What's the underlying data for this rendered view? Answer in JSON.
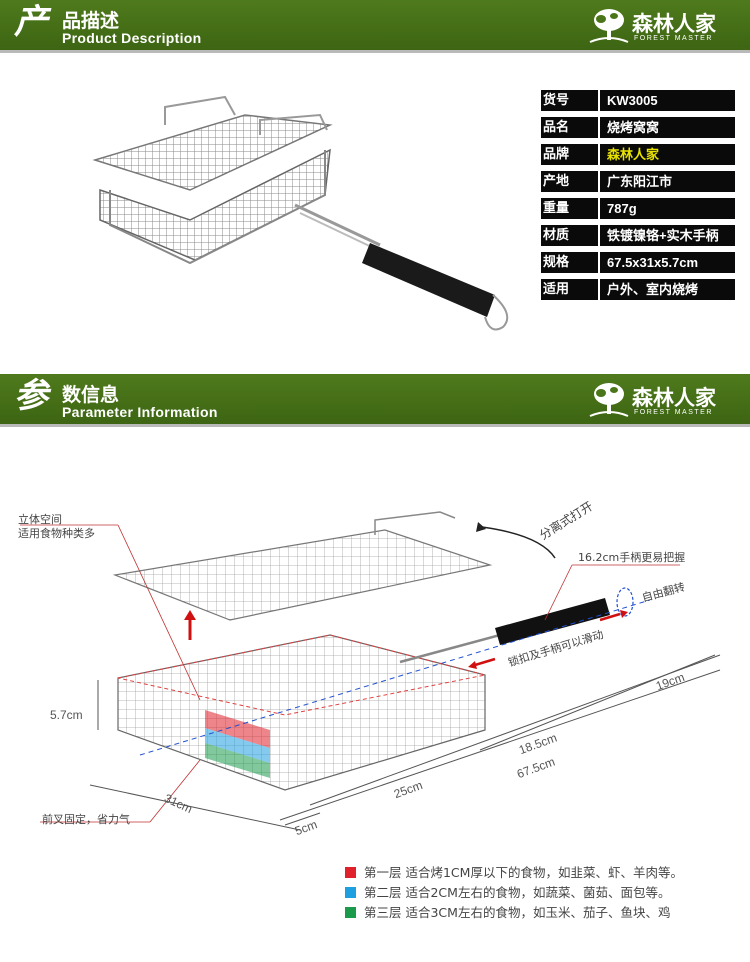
{
  "section1": {
    "big_char": "产",
    "title_rest": "品描述",
    "subtitle": "Product Description"
  },
  "section2": {
    "big_char": "参",
    "title_rest": "数信息",
    "subtitle": "Parameter Information"
  },
  "logo": {
    "cn": "森林人家",
    "en": "FOREST MASTER"
  },
  "specs": [
    {
      "label": "货号",
      "value": "KW3005"
    },
    {
      "label": "品名",
      "value": "烧烤窝窝"
    },
    {
      "label": "品牌",
      "value": "森林人家"
    },
    {
      "label": "产地",
      "value": "广东阳江市"
    },
    {
      "label": "重量",
      "value": "787g"
    },
    {
      "label": "材质",
      "value": "铁镀镍铬+实木手柄"
    },
    {
      "label": "规格",
      "value": "67.5x31x5.7cm"
    },
    {
      "label": "适用",
      "value": "户外、室内烧烤"
    }
  ],
  "diagram": {
    "space_line1": "立体空间",
    "space_line2": "适用食物种类多",
    "detachable": "分离式打开",
    "handle_grip": "16.2cm手柄更易把握",
    "free_flip": "自由翻转",
    "lock_slide": "锁扣及手柄可以滑动",
    "front_fork": "前叉固定，省力气",
    "dim_height": "5.7cm",
    "dim_depth": "31cm",
    "dim_19": "19cm",
    "dim_185": "18.5cm",
    "dim_25": "25cm",
    "dim_675": "67.5cm",
    "dim_5": "5cm"
  },
  "legend": [
    {
      "color": "#e0202a",
      "text": "第一层 适合烤1CM厚以下的食物，如韭菜、虾、羊肉等。"
    },
    {
      "color": "#1e9fe0",
      "text": "第二层 适合2CM左右的食物，如蔬菜、菌茹、面包等。"
    },
    {
      "color": "#1a9a4a",
      "text": "第三层 适合3CM左右的食物，如玉米、茄子、鱼块、鸡"
    }
  ],
  "colors": {
    "banner_green": "#4a7518",
    "brand_yellow": "#e8e200",
    "layer1": "#e0202a",
    "layer2": "#1e9fe0",
    "layer3": "#1a9a4a"
  }
}
